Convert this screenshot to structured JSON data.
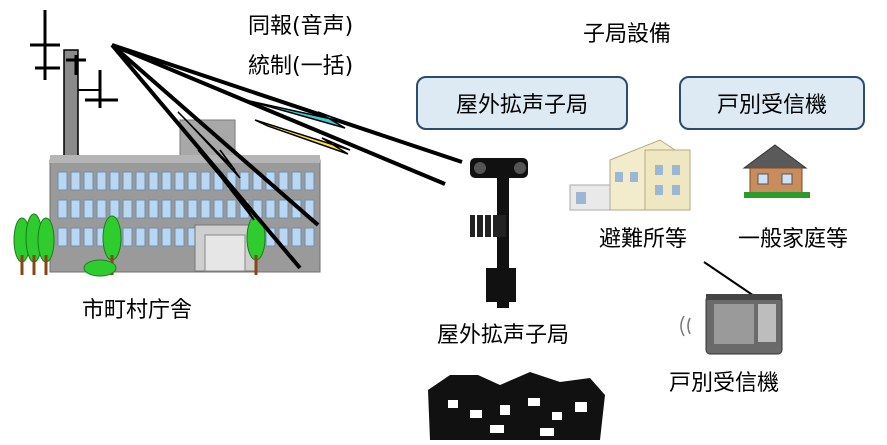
{
  "labels": {
    "sync_broadcast": "同報(音声)",
    "control_batch": "統制(一括)",
    "sub_station_equipment": "子局設備",
    "city_hall": "市町村庁舎",
    "outdoor_speaker_caption": "屋外拡声子局",
    "evacuation_site": "避難所等",
    "general_household": "一般家庭等",
    "individual_receiver_caption": "戸別受信機"
  },
  "boxes": {
    "outdoor_speaker": "屋外拡声子局",
    "individual_receiver": "戸別受信機"
  },
  "colors": {
    "box_fill": "#dde9f3",
    "box_border": "#2b4c6d",
    "bolt_cyan": "#3fc9d8",
    "bolt_yellow": "#ffe13a",
    "building": "#9a9a9a",
    "window": "#b9d7f2",
    "tree": "#2ecc2e"
  }
}
